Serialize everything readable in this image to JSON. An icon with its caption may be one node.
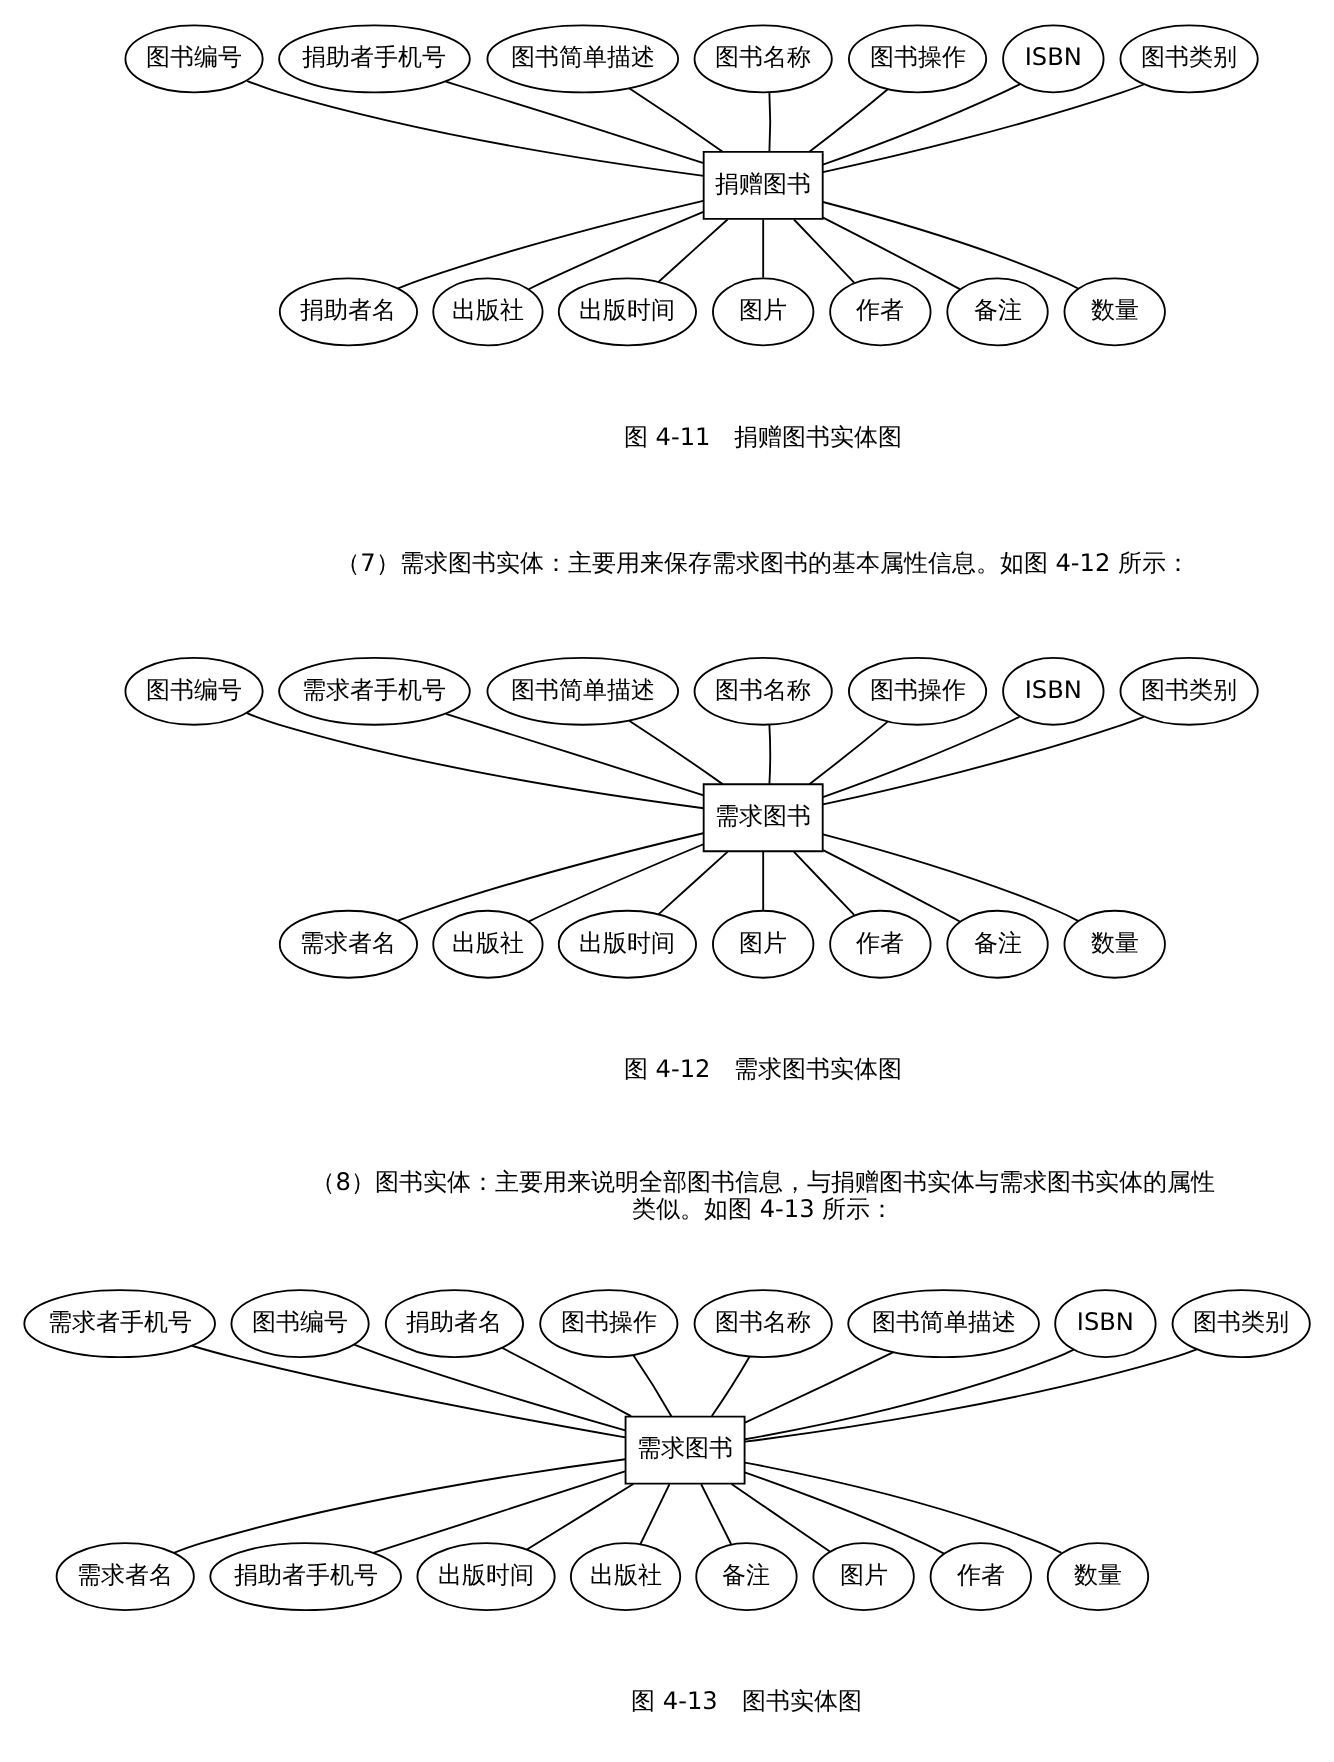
{
  "diagram": {
    "nodes": [
      {
        "text": [
          "捐赠图书"
        ]
      },
      {
        "text": [
          "图书编号"
        ]
      },
      {
        "text": [
          "捐助者手机号"
        ]
      },
      {
        "text": [
          "图书简单描述"
        ]
      },
      {
        "text": [
          "图书名称"
        ]
      },
      {
        "text": [
          "图书操作"
        ]
      },
      {
        "text": [
          "ISBN"
        ]
      },
      {
        "text": [
          "图书类别"
        ]
      },
      {
        "text": [
          "捐助者名"
        ]
      },
      {
        "text": [
          "出版社"
        ]
      },
      {
        "text": [
          "出版时间"
        ]
      },
      {
        "text": [
          "图片"
        ]
      },
      {
        "text": [
          "作者"
        ]
      },
      {
        "text": [
          "备注"
        ]
      },
      {
        "text": [
          "数量"
        ]
      },
      {
        "text": [
          "需求图书"
        ]
      },
      {
        "text": [
          "图书编号"
        ]
      },
      {
        "text": [
          "需求者手机号"
        ]
      },
      {
        "text": [
          "图书简单描述"
        ]
      },
      {
        "text": [
          "图书名称"
        ]
      },
      {
        "text": [
          "图书操作"
        ]
      },
      {
        "text": [
          "ISBN"
        ]
      },
      {
        "text": [
          "图书类别"
        ]
      },
      {
        "text": [
          "需求者名"
        ]
      },
      {
        "text": [
          "出版社"
        ]
      },
      {
        "text": [
          "出版时间"
        ]
      },
      {
        "text": [
          "图片"
        ]
      },
      {
        "text": [
          "作者"
        ]
      },
      {
        "text": [
          "备注"
        ]
      },
      {
        "text": [
          "数量"
        ]
      },
      {
        "text": [
          "需求图书"
        ]
      },
      {
        "text": [
          "需求者手机号"
        ]
      },
      {
        "text": [
          "图书编号"
        ]
      },
      {
        "text": [
          "捐助者名"
        ]
      },
      {
        "text": [
          "图书操作"
        ]
      },
      {
        "text": [
          "图书名称"
        ]
      },
      {
        "text": [
          "图书简单描述"
        ]
      },
      {
        "text": [
          "ISBN"
        ]
      },
      {
        "text": [
          "图书类别"
        ]
      },
      {
        "text": [
          "需求者名"
        ]
      },
      {
        "text": [
          "捐助者手机号"
        ]
      },
      {
        "text": [
          "出版时间"
        ]
      },
      {
        "text": [
          "出版社"
        ]
      },
      {
        "text": [
          "备注"
        ]
      },
      {
        "text": [
          "图片"
        ]
      },
      {
        "text": [
          "作者"
        ]
      },
      {
        "text": [
          "数量"
        ]
      }
    ],
    "edges": [
      {
        "from": 0,
        "to": 1,
        "arrow": "none"
      },
      {
        "from": 0,
        "to": 2,
        "arrow": "none"
      },
      {
        "from": 0,
        "to": 3,
        "arrow": "none"
      },
      {
        "from": 0,
        "to": 4,
        "arrow": "none"
      },
      {
        "from": 0,
        "to": 5,
        "arrow": "none"
      },
      {
        "from": 0,
        "to": 6,
        "arrow": "none"
      },
      {
        "from": 0,
        "to": 7,
        "arrow": "none"
      },
      {
        "from": 0,
        "to": 8,
        "arrow": "none"
      },
      {
        "from": 0,
        "to": 9,
        "arrow": "none"
      },
      {
        "from": 0,
        "to": 10,
        "arrow": "none"
      },
      {
        "from": 0,
        "to": 11,
        "arrow": "none"
      },
      {
        "from": 0,
        "to": 12,
        "arrow": "none"
      },
      {
        "from": 0,
        "to": 13,
        "arrow": "none"
      },
      {
        "from": 0,
        "to": 14,
        "arrow": "none"
      },
      {
        "from": 15,
        "to": 16,
        "arrow": "none"
      },
      {
        "from": 15,
        "to": 17,
        "arrow": "none"
      },
      {
        "from": 15,
        "to": 18,
        "arrow": "none"
      },
      {
        "from": 15,
        "to": 19,
        "arrow": "none"
      },
      {
        "from": 15,
        "to": 20,
        "arrow": "none"
      },
      {
        "from": 15,
        "to": 21,
        "arrow": "none"
      },
      {
        "from": 15,
        "to": 22,
        "arrow": "none"
      },
      {
        "from": 15,
        "to": 23,
        "arrow": "none"
      },
      {
        "from": 15,
        "to": 24,
        "arrow": "none"
      },
      {
        "from": 15,
        "to": 25,
        "arrow": "none"
      },
      {
        "from": 15,
        "to": 26,
        "arrow": "none"
      },
      {
        "from": 15,
        "to": 27,
        "arrow": "none"
      },
      {
        "from": 15,
        "to": 28,
        "arrow": "none"
      },
      {
        "from": 15,
        "to": 29,
        "arrow": "none"
      },
      {
        "from": 30,
        "to": 31,
        "arrow": "none"
      },
      {
        "from": 30,
        "to": 32,
        "arrow": "none"
      },
      {
        "from": 30,
        "to": 33,
        "arrow": "none"
      },
      {
        "from": 30,
        "to": 34,
        "arrow": "none"
      },
      {
        "from": 30,
        "to": 35,
        "arrow": "none"
      },
      {
        "from": 30,
        "to": 36,
        "arrow": "none"
      },
      {
        "from": 30,
        "to": 37,
        "arrow": "none"
      },
      {
        "from": 30,
        "to": 38,
        "arrow": "none"
      },
      {
        "from": 30,
        "to": 39,
        "arrow": "none"
      },
      {
        "from": 30,
        "to": 40,
        "arrow": "none"
      },
      {
        "from": 30,
        "to": 41,
        "arrow": "none"
      },
      {
        "from": 30,
        "to": 42,
        "arrow": "none"
      },
      {
        "from": 30,
        "to": 43,
        "arrow": "none"
      },
      {
        "from": 30,
        "to": 44,
        "arrow": "none"
      },
      {
        "from": 30,
        "to": 45,
        "arrow": "none"
      },
      {
        "from": 30,
        "to": 46,
        "arrow": "none"
      }
    ],
    "labels": [
      "图 4-11　捐赠图书实体图",
      "（7）需求图书实体：主要用来保存需求图书的基本属性信息。如图 4-12 所示：",
      "图 4-12　需求图书实体图",
      "（8）图书实体：主要用来说明全部图书信息，与捐赠图书实体与需求图书实体的属性类似。如图 4-13 所示：",
      "图 4-13　图书实体图"
    ]
  }
}
